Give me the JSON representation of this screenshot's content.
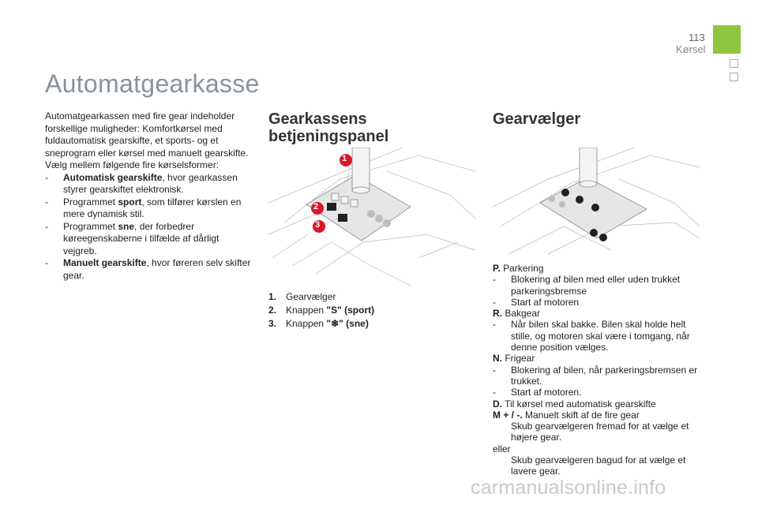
{
  "header": {
    "page_number": "113",
    "section": "Kørsel"
  },
  "title": "Automatgearkasse",
  "intro": {
    "paragraph": "Automatgearkassen med fire gear indeholder forskellige muligheder: Komfortkørsel med fuldautomatisk gearskifte, et sports- og et sneprogram eller kørsel med manuelt gearskifte.",
    "lead": "Vælg mellem følgende fire kørselsformer:",
    "modes": [
      {
        "dash": "-",
        "pre": "",
        "bold": "Automatisk gearskifte",
        "post": ", hvor gearkassen styrer gearskiftet elektronisk."
      },
      {
        "dash": "-",
        "pre": "Programmet ",
        "bold": "sport",
        "post": ", som tilfører kørslen en mere dynamisk stil."
      },
      {
        "dash": "-",
        "pre": "Programmet ",
        "bold": "sne",
        "post": ", der forbedrer køreegenskaberne i tilfælde af dårligt vejgreb."
      },
      {
        "dash": "-",
        "pre": "",
        "bold": "Manuelt gearskifte",
        "post": ", hvor føreren selv skifter gear."
      }
    ]
  },
  "panel": {
    "heading_line1": "Gearkassens",
    "heading_line2": "betjeningspanel",
    "callouts": [
      "1",
      "2",
      "3"
    ],
    "legend": [
      {
        "num": "1.",
        "text": "Gearvælger",
        "bold": ""
      },
      {
        "num": "2.",
        "text": "Knappen ",
        "bold": "\"S\" (sport)"
      },
      {
        "num": "3.",
        "text": "Knappen ",
        "bold": "\"❄\" (sne)"
      }
    ]
  },
  "selector": {
    "heading": "Gearvælger",
    "items": [
      {
        "type": "head",
        "label": "P.",
        "text": " Parkering"
      },
      {
        "type": "sub",
        "mark": "-",
        "text": "Blokering af bilen med eller uden trukket parkeringsbremse"
      },
      {
        "type": "sub",
        "mark": "-",
        "text": "Start af motoren"
      },
      {
        "type": "head",
        "label": "R.",
        "text": " Bakgear"
      },
      {
        "type": "sub",
        "mark": "-",
        "text": "Når bilen skal bakke. Bilen skal holde helt stille, og motoren skal være i tomgang, når denne position vælges."
      },
      {
        "type": "head",
        "label": "N.",
        "text": " Frigear"
      },
      {
        "type": "sub",
        "mark": "-",
        "text": "Blokering af bilen, når parkeringsbremsen er trukket."
      },
      {
        "type": "sub",
        "mark": "-",
        "text": "Start af motoren."
      },
      {
        "type": "head",
        "label": "D.",
        "text": " Til kørsel med automatisk gearskifte"
      },
      {
        "type": "head",
        "label": "M + / -.",
        "text": " Manuelt skift af de fire gear"
      },
      {
        "type": "sub",
        "mark": "",
        "text": "Skub gearvælgeren fremad for at vælge et højere gear."
      },
      {
        "type": "plain",
        "text": "eller"
      },
      {
        "type": "sub",
        "mark": "",
        "text": "Skub gearvælgeren bagud for at vælge et lavere gear."
      }
    ]
  },
  "footer": {
    "watermark": "carmanualsonline.info"
  },
  "colors": {
    "accent_green": "#8dc63f",
    "callout_red": "#d7192b",
    "title_gray": "#8a9399"
  }
}
